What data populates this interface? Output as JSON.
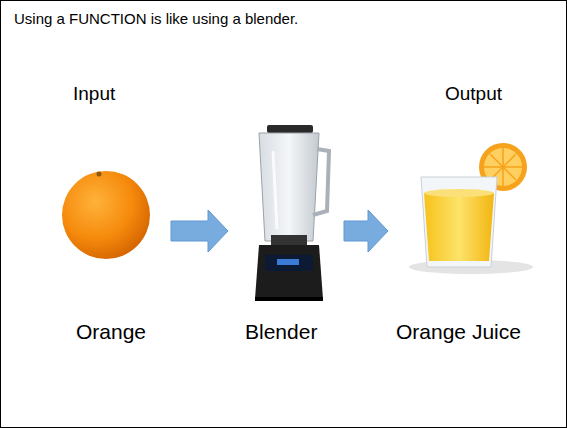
{
  "diagram": {
    "title": "Using a FUNCTION is like using a blender.",
    "nodes": [
      {
        "text": [
          "Input",
          "Orange"
        ]
      },
      {
        "text": [
          "Blender"
        ]
      },
      {
        "text": [
          "Output",
          "Orange Juice"
        ]
      }
    ],
    "edges": [
      {
        "from": 0,
        "to": 1,
        "arrow": "to"
      },
      {
        "from": 1,
        "to": 2,
        "arrow": "to"
      }
    ]
  }
}
